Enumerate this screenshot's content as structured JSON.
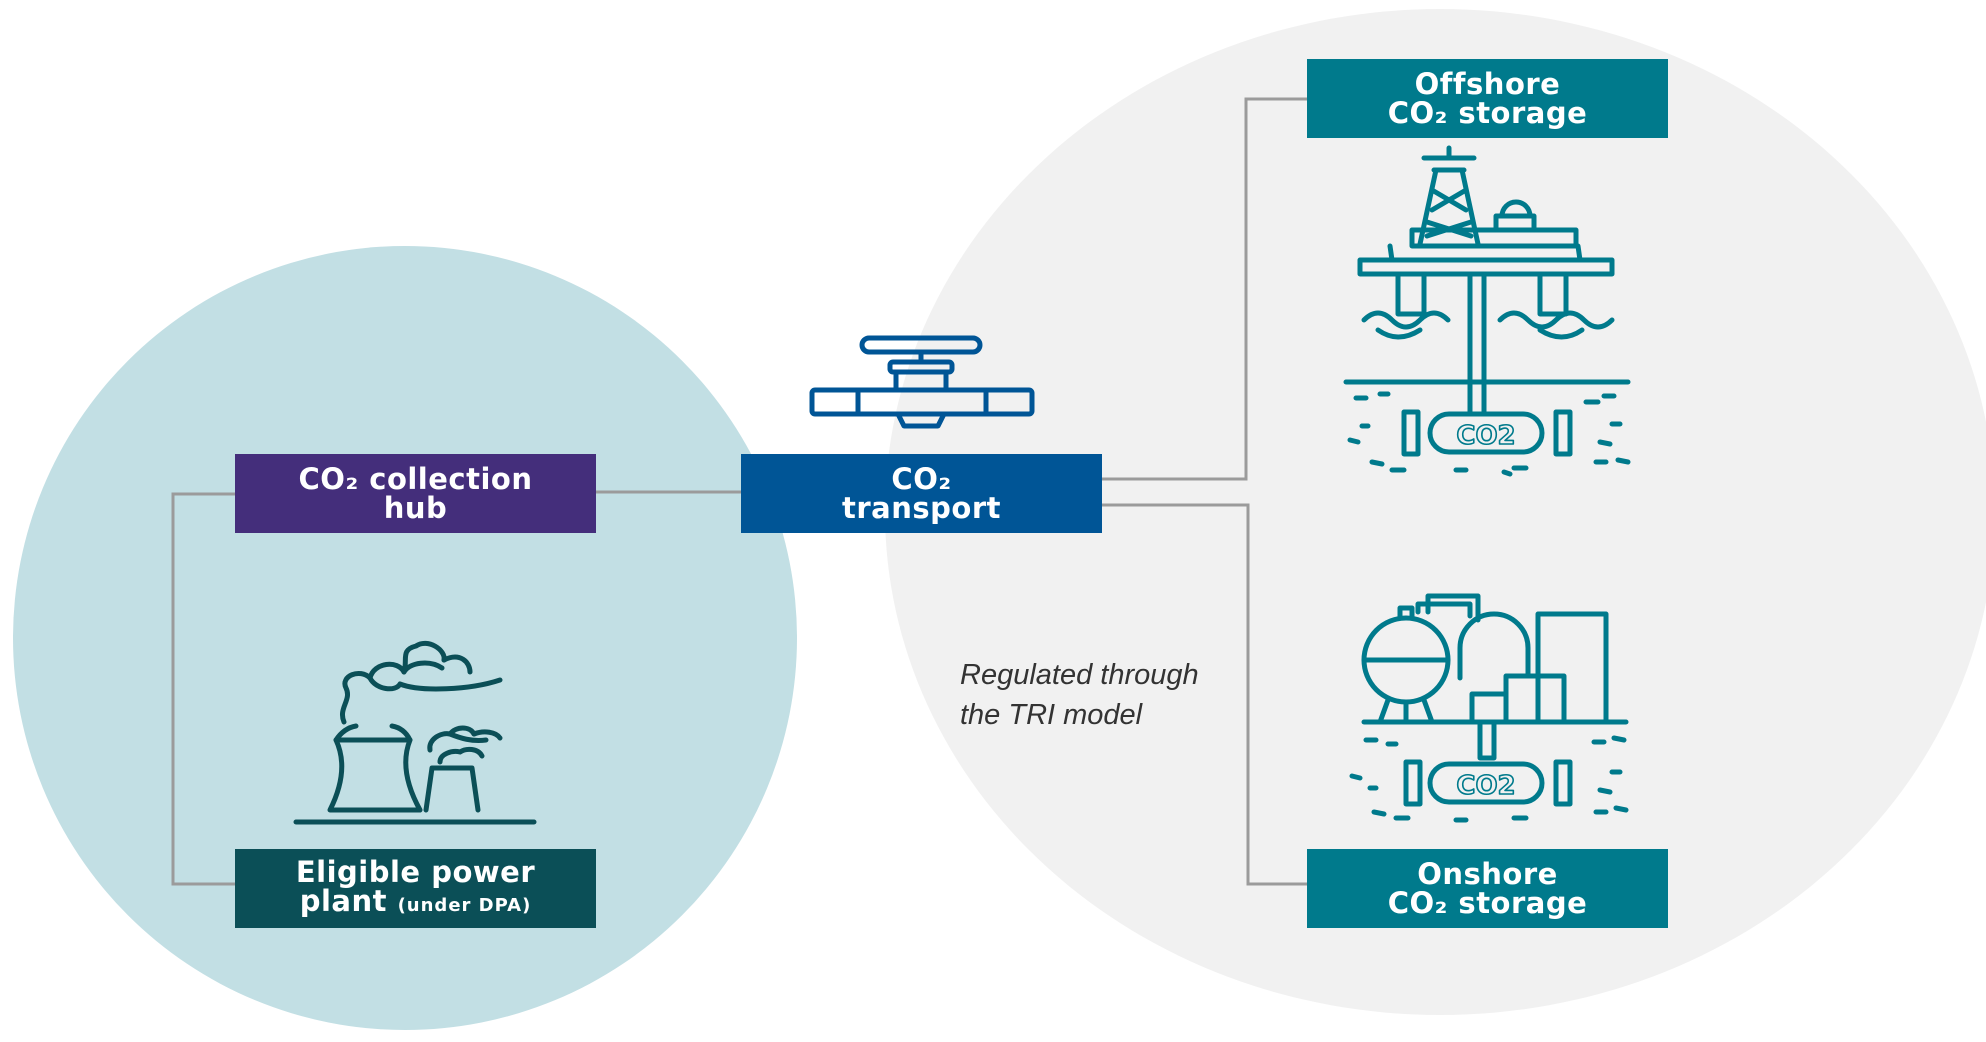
{
  "colors": {
    "left_circle": "#c2dfe4",
    "right_circle": "#f1f1f1",
    "hub": "#442e7b",
    "transport": "#005596",
    "storage": "#007a8c",
    "plant": "#0b4f57",
    "connector": "#9b9b9b"
  },
  "boxes": {
    "hub": {
      "line1": "CO₂ collection",
      "line2": "hub"
    },
    "transport": {
      "line1": "CO₂",
      "line2": "transport"
    },
    "offshore": {
      "line1": "Offshore",
      "line2": "CO₂ storage"
    },
    "onshore": {
      "line1": "Onshore",
      "line2": "CO₂ storage"
    },
    "plant": {
      "line1": "Eligible power",
      "line2": "plant",
      "line2_note": "(under DPA)"
    }
  },
  "note": {
    "line1": "Regulated through",
    "line2": "the TRI model"
  },
  "icons": {
    "pipeline_valve": "pipeline-valve-icon",
    "offshore_rig": "offshore-rig-icon",
    "onshore_facility": "onshore-facility-icon",
    "power_plant": "power-plant-icon",
    "offshore_label": "CO2",
    "onshore_label": "CO2"
  }
}
